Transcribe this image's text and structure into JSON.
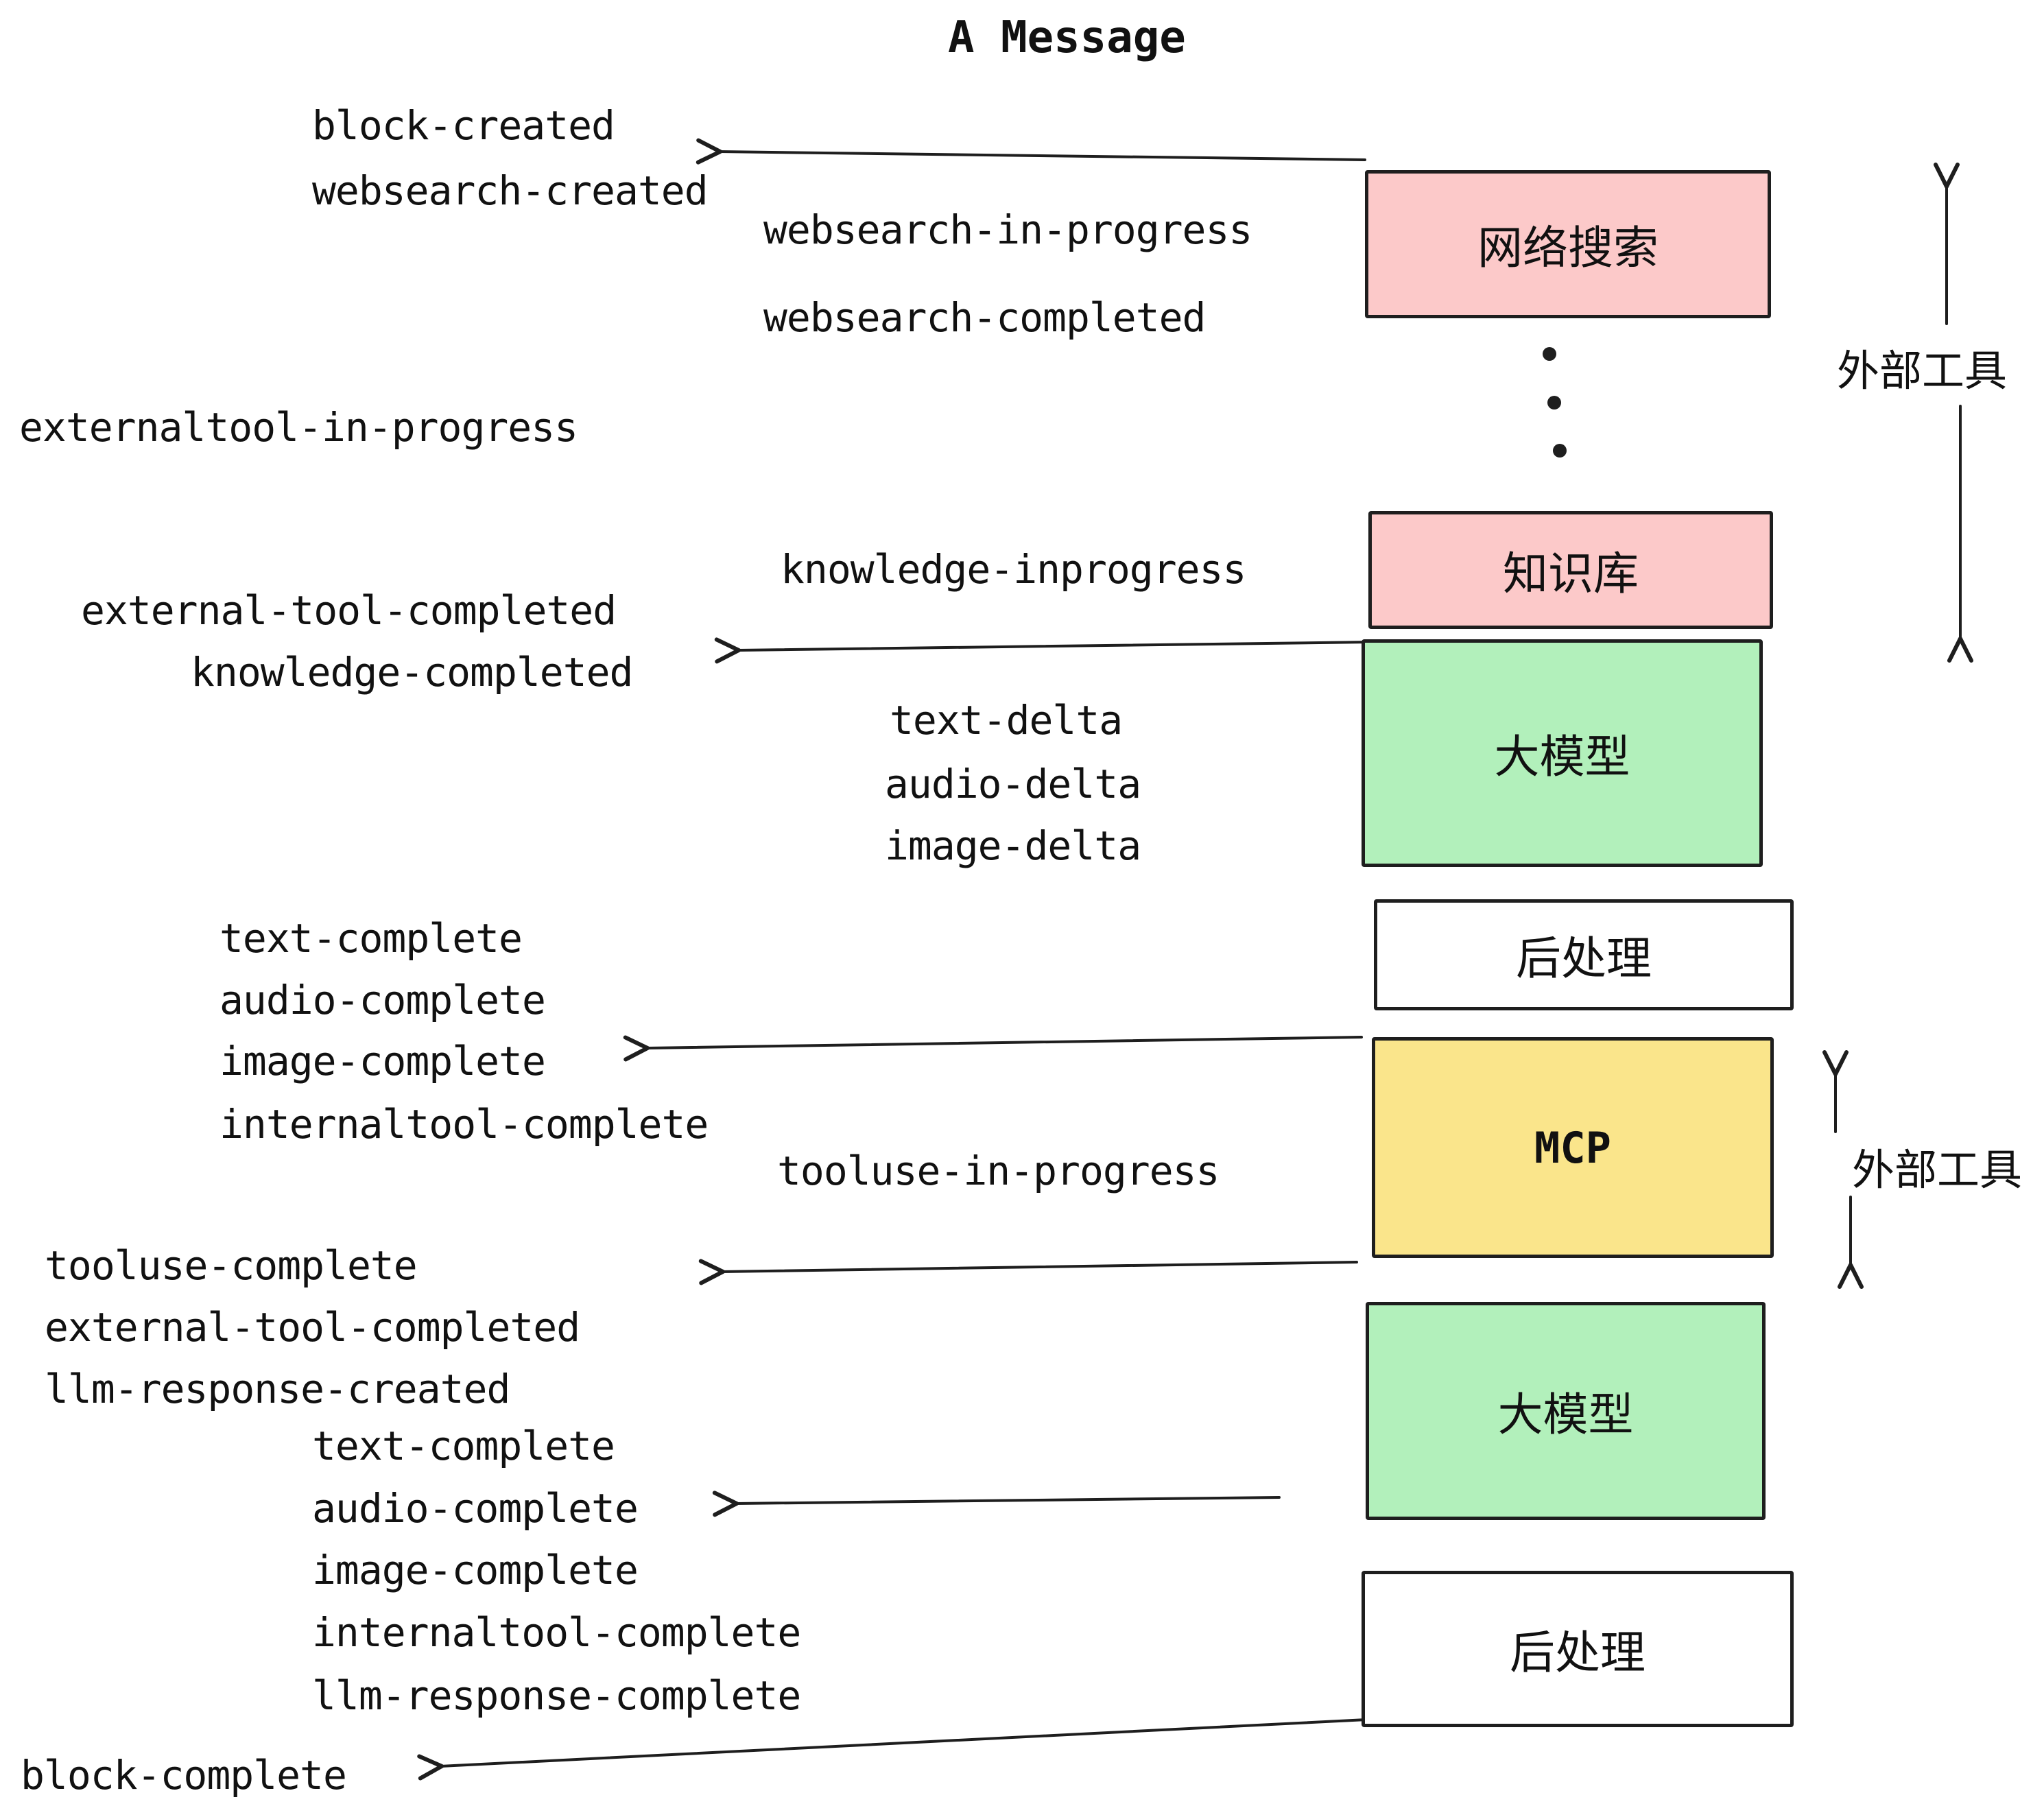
{
  "title": "A Message",
  "events": [
    {
      "text": "block-created"
    },
    {
      "text": "websearch-created"
    },
    {
      "text": "websearch-in-progress"
    },
    {
      "text": "websearch-completed"
    },
    {
      "text": "externaltool-in-progress"
    },
    {
      "text": "knowledge-inprogress"
    },
    {
      "text": "external-tool-completed"
    },
    {
      "text": "knowledge-completed"
    },
    {
      "text": "text-delta"
    },
    {
      "text": "audio-delta"
    },
    {
      "text": "image-delta"
    },
    {
      "text": "text-complete"
    },
    {
      "text": "audio-complete"
    },
    {
      "text": "image-complete"
    },
    {
      "text": "internaltool-complete"
    },
    {
      "text": "tooluse-in-progress"
    },
    {
      "text": "tooluse-complete"
    },
    {
      "text": "external-tool-completed"
    },
    {
      "text": "llm-response-created"
    },
    {
      "text": "text-complete"
    },
    {
      "text": "audio-complete"
    },
    {
      "text": "image-complete"
    },
    {
      "text": "internaltool-complete"
    },
    {
      "text": "llm-response-complete"
    },
    {
      "text": "block-complete"
    }
  ],
  "boxes": [
    {
      "label": "网络搜索",
      "fill": "pink"
    },
    {
      "label": "知识库",
      "fill": "pink"
    },
    {
      "label": "大模型",
      "fill": "green"
    },
    {
      "label": "后处理",
      "fill": "white"
    },
    {
      "label": "MCP",
      "fill": "yellow"
    },
    {
      "label": "大模型",
      "fill": "green"
    },
    {
      "label": "后处理",
      "fill": "white"
    }
  ],
  "side_labels": [
    {
      "text": "外部工具"
    },
    {
      "text": "外部工具"
    }
  ],
  "colors": {
    "pink": "#fcc9c9",
    "green": "#b2f0bb",
    "yellow": "#fae58b",
    "white": "#ffffff",
    "stroke": "#1e1e1e",
    "text": "#111111"
  }
}
